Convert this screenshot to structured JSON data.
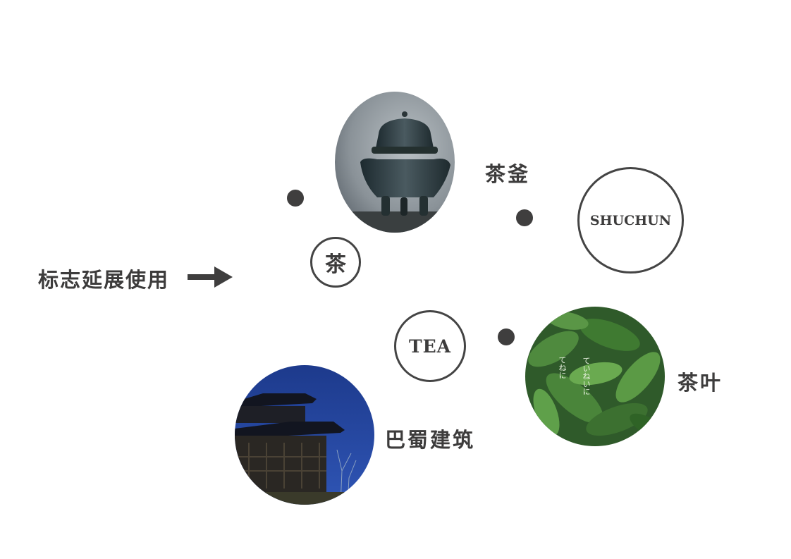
{
  "main_label": "标志延展使用",
  "badges": {
    "cha": "茶",
    "tea": "TEA",
    "shuchun": "SHUCHUN"
  },
  "photos": {
    "kettle": {
      "caption": "茶釜",
      "icon": "teakettle-image"
    },
    "leaves": {
      "caption": "茶叶",
      "overlay_left": "てねに",
      "overlay_right": "ていねいに",
      "icon": "tea-leaves-image"
    },
    "architecture": {
      "caption": "巴蜀建筑",
      "icon": "pavilion-image"
    }
  },
  "colors": {
    "text": "#3d3c3c",
    "dot": "#3f3e3e",
    "ring": "#444444"
  }
}
